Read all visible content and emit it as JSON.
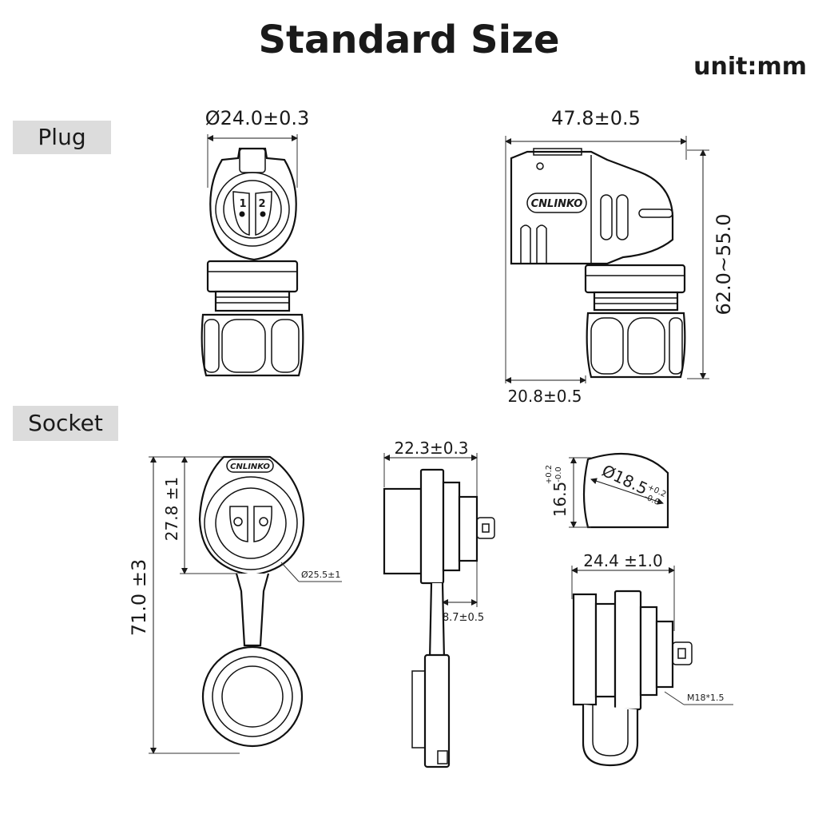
{
  "title": "Standard Size",
  "unit": "unit:mm",
  "sections": {
    "plug": "Plug",
    "socket": "Socket"
  },
  "dimensions": {
    "plug_diameter": "Ø24.0±0.3",
    "plug_width": "47.8±0.5",
    "plug_height": "62.0~55.0",
    "plug_bottom": "20.8±0.5",
    "socket_width": "22.3±0.3",
    "socket_panel_depth": "8.7±0.5",
    "socket_total_height": "71.0 ±3",
    "socket_front_height": "27.8 ±1",
    "socket_flange_diameter": "Ø25.5±1",
    "cutout_flat": "16.5",
    "cutout_flat_tol_upper": "+0.2",
    "cutout_flat_tol_lower": "-0.0",
    "cutout_diameter": "Ø18.5",
    "cutout_diameter_tol_upper": "+0.2",
    "cutout_diameter_tol_lower": "-0.0",
    "socket_side_width": "24.4 ±1.0",
    "thread": "M18*1.5"
  },
  "marks": {
    "brand": "CNLINKO",
    "pin_1": "1",
    "pin_2": "2"
  }
}
